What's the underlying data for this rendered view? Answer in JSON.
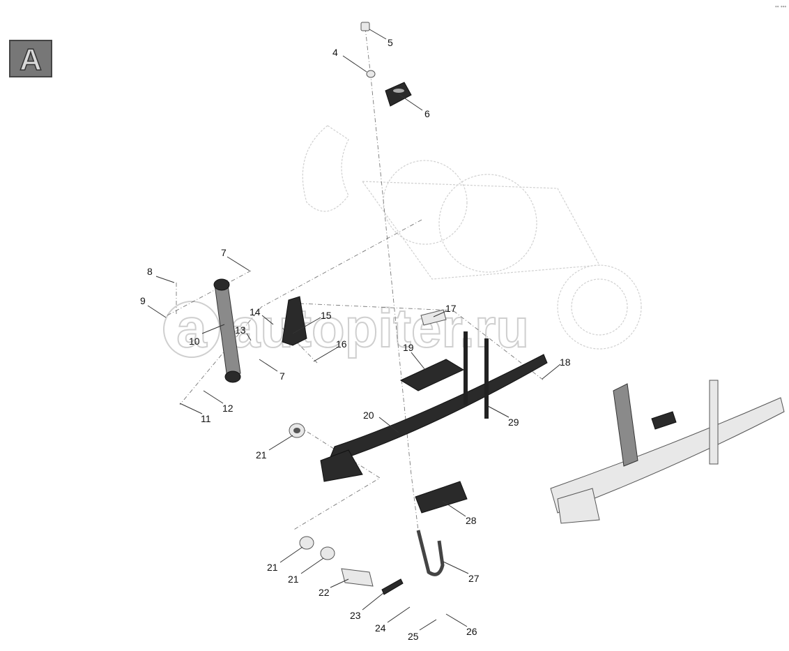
{
  "view_badge": "A",
  "watermark": {
    "logo": "a",
    "text": "autopiter.ru"
  },
  "corner_mark": "•• •••",
  "callouts": [
    "5",
    "4",
    "6",
    "7",
    "8",
    "9",
    "14",
    "15",
    "13",
    "10",
    "16",
    "17",
    "19",
    "18",
    "7",
    "12",
    "11",
    "20",
    "29",
    "21",
    "28",
    "21",
    "21",
    "27",
    "22",
    "23",
    "24",
    "25",
    "26"
  ]
}
